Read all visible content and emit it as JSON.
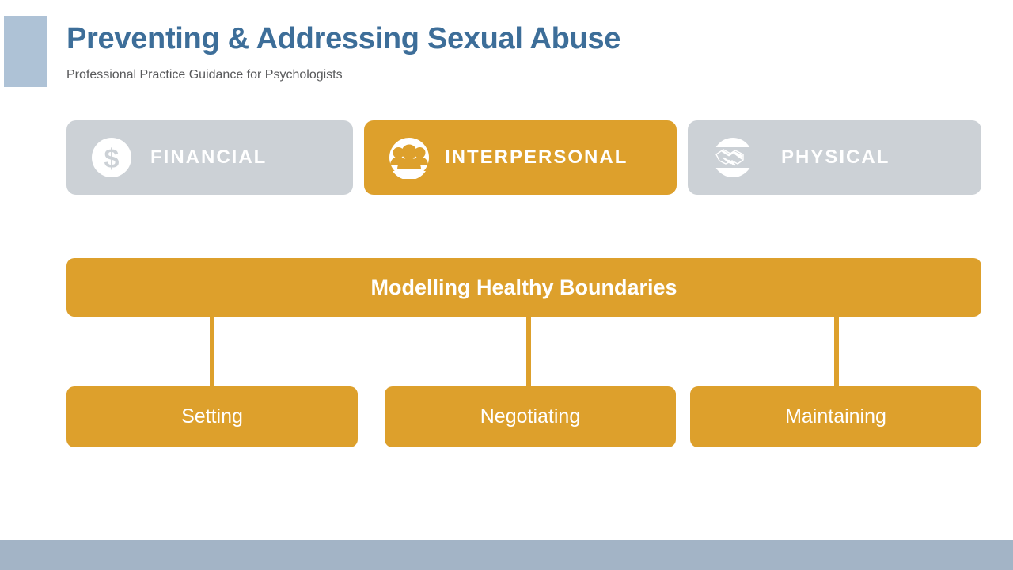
{
  "header": {
    "title": "Preventing & Addressing Sexual Abuse",
    "subtitle": "Professional Practice Guidance for Psychologists",
    "accent_color": "#aec2d6",
    "title_color": "#3d6e99"
  },
  "categories": {
    "active_index": 1,
    "active_color": "#dda02c",
    "inactive_color": "#ccd1d6",
    "items": [
      {
        "label": "FINANCIAL",
        "icon": "dollar-sign-icon",
        "active": false
      },
      {
        "label": "INTERPERSONAL",
        "icon": "people-group-icon",
        "active": true
      },
      {
        "label": "PHYSICAL",
        "icon": "handshake-icon",
        "active": false
      }
    ]
  },
  "chart_data": {
    "type": "diagram",
    "layout": "org-chart",
    "node_color": "#dda02c",
    "root": "Modelling Healthy Boundaries",
    "children": [
      "Setting",
      "Negotiating",
      "Maintaining"
    ]
  },
  "footer": {
    "color": "#a3b4c6"
  }
}
